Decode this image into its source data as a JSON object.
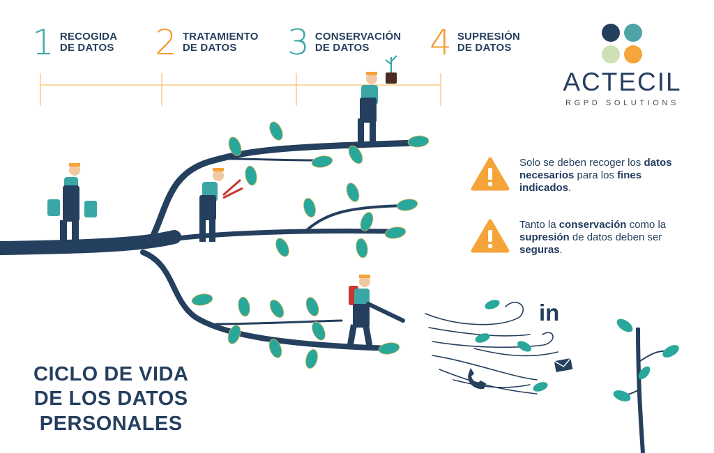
{
  "steps": [
    {
      "number": "1",
      "line1": "RECOGIDA",
      "line2": "DE DATOS",
      "color": "#3aa6a6"
    },
    {
      "number": "2",
      "line1": "TRATAMIENTO",
      "line2": "DE DATOS",
      "color": "#f39c33"
    },
    {
      "number": "3",
      "line1": "CONSERVACIÓN",
      "line2": "DE DATOS",
      "color": "#3aa6a6"
    },
    {
      "number": "4",
      "line1": "SUPRESIÓN",
      "line2": "DE DATOS",
      "color": "#f39c33"
    }
  ],
  "brand": {
    "name": "ACTECIL",
    "tagline": "RGPD SOLUTIONS",
    "dot_colors": [
      "#253f5e",
      "#4ea3a6",
      "#cfe0b4",
      "#f4a53b"
    ]
  },
  "notices": [
    {
      "icon": "warning-icon",
      "t1": "Solo se deben recoger los ",
      "b1": "datos necesarios",
      "t2": " para los ",
      "b2": "fines indicados",
      "t3": "."
    },
    {
      "icon": "warning-icon",
      "t1": "Tanto la ",
      "b1": "conservación",
      "t2": " como la ",
      "b2": "supresión",
      "t3": " de datos deben ser ",
      "b3": "seguras",
      "t4": "."
    }
  ],
  "title": {
    "line1": "CICLO DE VIDA",
    "line2": "DE LOS DATOS",
    "line3": "PERSONALES"
  },
  "social_icons": [
    "linkedin-icon",
    "phone-icon",
    "mail-icon"
  ],
  "linkedin_text": "in",
  "colors": {
    "navy": "#253f5e",
    "teal": "#3aa6a6",
    "orange": "#f39c33",
    "leaf": "#2aa79b",
    "warning": "#f5a43a"
  }
}
